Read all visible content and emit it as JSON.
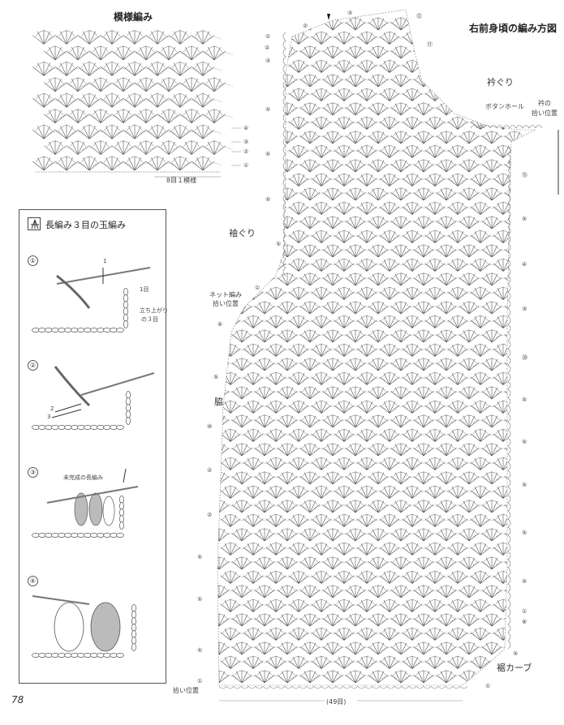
{
  "pattern_swatch": {
    "title": "模様編み",
    "repeat_label": "8目１模様",
    "row_markers": [
      "④",
      "③",
      "②",
      "①"
    ]
  },
  "technique_box": {
    "title": "長編み３目の玉編み",
    "steps": [
      {
        "number": "①",
        "labels": [
          "1",
          "1目",
          "立ち上がり",
          "の３目"
        ]
      },
      {
        "number": "②",
        "labels": [
          "2",
          "3"
        ]
      },
      {
        "number": "③",
        "labels": [
          "未完成の長編み"
        ]
      },
      {
        "number": "④",
        "labels": []
      }
    ]
  },
  "chart": {
    "title": "右前身頃の編み方図",
    "labels": {
      "neckline": "衿ぐり",
      "buttonhole": "ボタンホール",
      "collar_pickup_1": "衿の",
      "collar_pickup_2": "拾い位置",
      "armhole": "袖ぐり",
      "net_pickup_1": "ネット編み",
      "net_pickup_2": "拾い位置",
      "side": "脇",
      "hem_curve": "裾カーブ",
      "pickup_bottom": "拾い位置",
      "stitch_count": "(49目)"
    },
    "top_markers": [
      "③",
      "⑫",
      "②",
      "①",
      "②",
      "③",
      "⑪"
    ],
    "left_markers": [
      "⑤",
      "⑤",
      "⑤",
      "⑤",
      "①",
      "⑥",
      "⑤",
      "⑩",
      "②",
      "②",
      "⑤",
      "⑤",
      "⑤",
      "①"
    ],
    "right_markers": [
      "⑮",
      "⑤",
      "④",
      "③",
      "⑳",
      "⑤",
      "⑤",
      "⑤",
      "⑤",
      "⑤",
      "①",
      "⑧",
      "⑤",
      "①"
    ]
  },
  "page_number": "78"
}
